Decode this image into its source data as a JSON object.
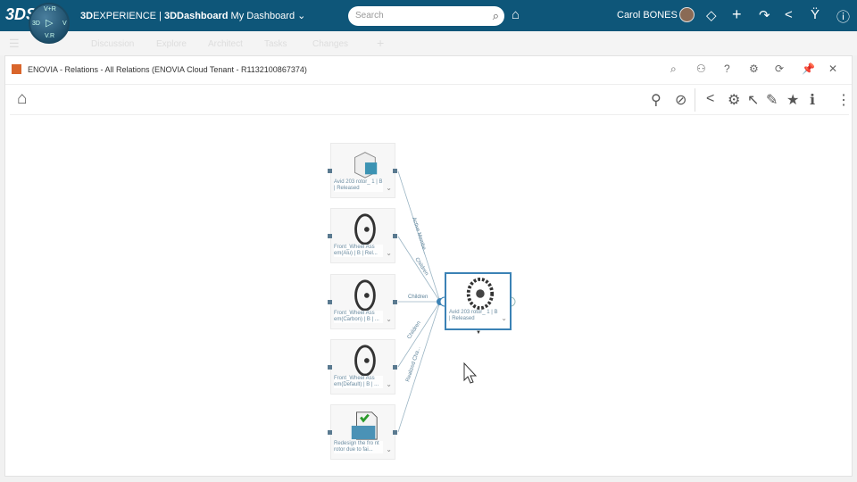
{
  "topbar": {
    "brand_bold": "3D",
    "brand_rest": "EXPERIENCE | ",
    "app": "3DDashboard",
    "dashboard": "My Dashboard",
    "search_placeholder": "Search",
    "user": "Carol BONES",
    "compass": {
      "top": "V+R",
      "left": "3D",
      "right": "V",
      "bottom": "V.R"
    }
  },
  "subtabs": [
    "Discussion",
    "Explore",
    "Architect",
    "Tasks",
    "Changes"
  ],
  "widget": {
    "title": "ENOVIA - Relations - All Relations (ENOVIA Cloud Tenant - R1132100867374)"
  },
  "graph": {
    "nodes": [
      {
        "label": "Avid 203 rotor_ 1 | B | Released",
        "icon": "part-cube-icon"
      },
      {
        "label": "Front_Wheel Ass em(Alu) | B | Rel...",
        "icon": "wheel-icon"
      },
      {
        "label": "Front_Wheel Ass em(Carbon) | B | ...",
        "icon": "wheel-icon"
      },
      {
        "label": "Front_Wheel Ass em(Default) | B | ...",
        "icon": "wheel-icon"
      },
      {
        "label": "Redesign the fro nt rotor due to fai...",
        "icon": "change-action-icon"
      }
    ],
    "edges": [
      "Active Membe...",
      "Children",
      "Children",
      "Children",
      "Realized Cha..."
    ],
    "center": {
      "label": "Avid 203 rotor_ 1 | B | Released",
      "icon": "rotor-icon"
    }
  },
  "colors": {
    "topbar": "#0e5679",
    "accent": "#3b82b5"
  }
}
